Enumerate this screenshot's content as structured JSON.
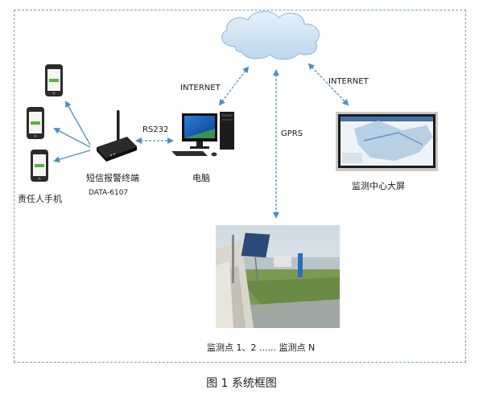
{
  "labels": {
    "internet_left": "INTERNET",
    "internet_right": "INTERNET",
    "rs232": "RS232",
    "gprs": "GPRS",
    "sms_terminal": "短信报警终端",
    "sms_model": "DATA-6107",
    "computer": "电脑",
    "phones": "责任人手机",
    "big_screen": "监测中心大屏",
    "monitoring_points": "监测点 1、2 ...... 监测点  N"
  },
  "caption": "图 1  系统框图",
  "colors": {
    "frame": "#6fa0c8",
    "arrow": "#4f8fc3",
    "cloud": "#cfe3f5"
  },
  "icons": [
    "cloud-icon",
    "phone-icon",
    "gsm-terminal-icon",
    "desktop-computer-icon",
    "monitor-screen-icon",
    "monitoring-site-photo"
  ]
}
